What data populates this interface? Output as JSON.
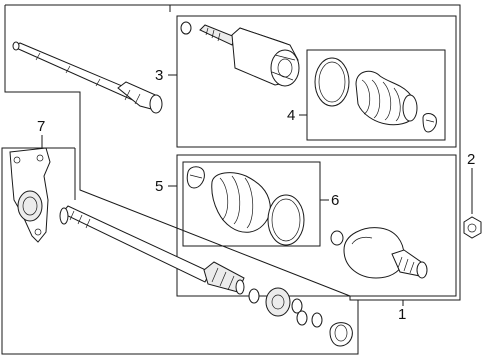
{
  "diagram": {
    "callouts": {
      "c1": "1",
      "c2": "2",
      "c3": "3",
      "c4": "4",
      "c5": "5",
      "c6": "6",
      "c7": "7"
    },
    "colors": {
      "line": "#1a1a1a",
      "background": "#ffffff",
      "part_fill": "#ececec"
    }
  }
}
